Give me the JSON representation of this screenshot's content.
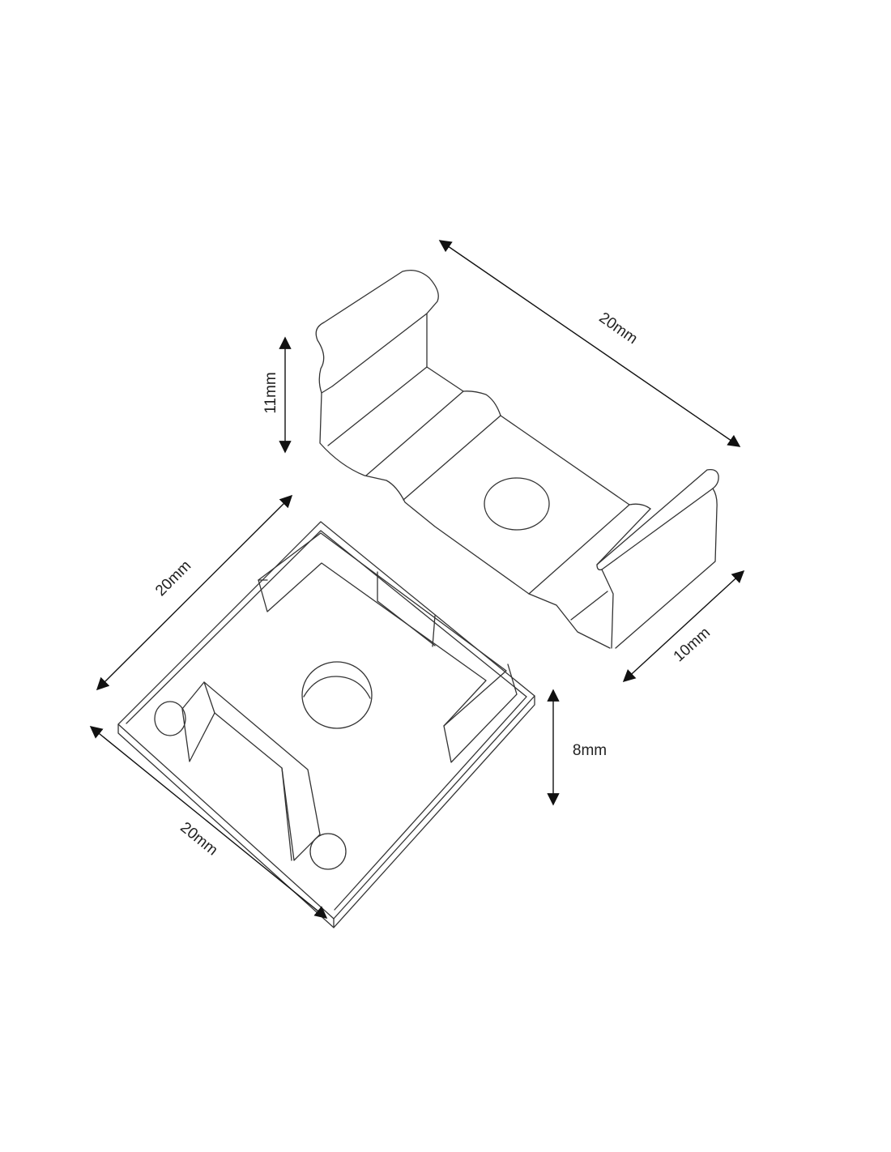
{
  "dimensions": {
    "clip_length": "20mm",
    "clip_height": "11mm",
    "clip_width": "10mm",
    "base_height": "8mm",
    "base_depth": "20mm",
    "base_width": "20mm"
  },
  "colors": {
    "line": "#333333",
    "arrow": "#111111",
    "background": "#ffffff"
  }
}
